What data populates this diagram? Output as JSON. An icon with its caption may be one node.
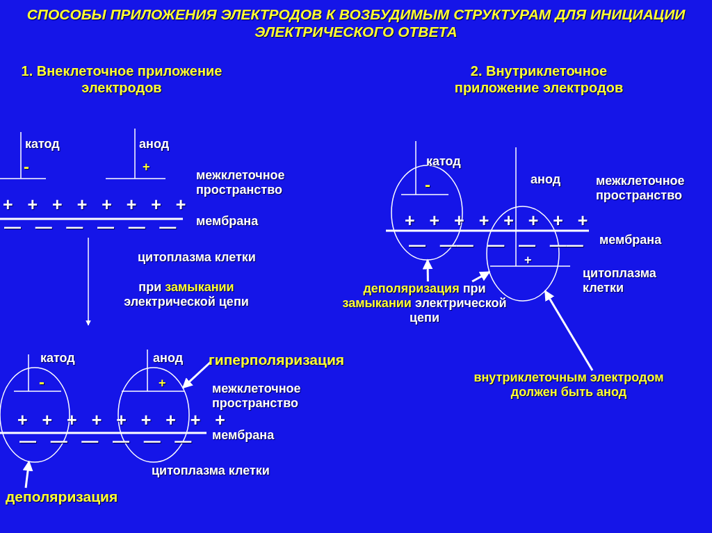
{
  "diagram": {
    "title": "СПОСОБЫ ПРИЛОЖЕНИЯ ЭЛЕКТРОДОВ К ВОЗБУДИМЫМ СТРУКТУРАМ ДЛЯ ИНИЦИАЦИИ ЭЛЕКТРИЧЕСКОГО ОТВЕТА",
    "nodes": [
      {
        "text": [
          "гиперполяризация"
        ]
      },
      {
        "text": [
          "деполяризация"
        ]
      },
      {
        "text": [
          "**деполяризация** при **замыкании** электрической цепи"
        ]
      },
      {
        "text": [
          "**внутриклеточным электродом** должен быть **анод**"
        ]
      },
      {
        "text": [],
        "shape": "ellipse"
      },
      {
        "text": [],
        "shape": "ellipse"
      },
      {
        "text": [],
        "shape": "ellipse"
      },
      {
        "text": [],
        "shape": "ellipse"
      }
    ],
    "edges": [
      {
        "from": 0,
        "to": 5,
        "arrow": "to"
      },
      {
        "from": 1,
        "to": 4,
        "arrow": "to"
      },
      {
        "from": 2,
        "to": 6,
        "arrow": "to"
      },
      {
        "from": 2,
        "to": 7,
        "arrow": "to"
      },
      {
        "from": 3,
        "to": 7,
        "arrow": "to"
      }
    ],
    "labels": [
      "1. Внеклеточное приложение электродов",
      "2. Внутриклеточное приложение электродов",
      "катод",
      "анод",
      "-",
      "+",
      "межклеточное пространство",
      "+ + + + + + + +",
      "— — — — — —",
      "мембрана",
      "цитоплазма клетки",
      "при **замыкании** электрической цепи",
      "катод",
      "анод",
      "-",
      "+",
      "межклеточное пространство",
      "+ + + + + + + + +",
      "— — — — — —",
      "мембрана",
      "цитоплазма клетки",
      "катод",
      "-",
      "анод",
      "межклеточное пространство",
      "+ + + + + + + +",
      "— —— — — ——",
      "мембрана",
      "+",
      "цитоплазма клетки"
    ]
  }
}
